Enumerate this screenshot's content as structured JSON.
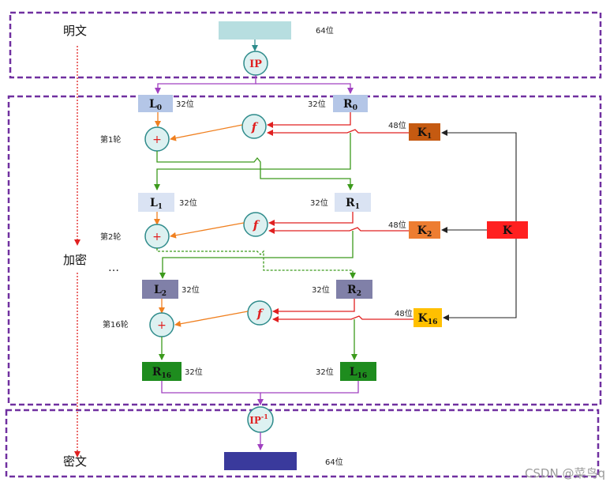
{
  "labels": {
    "plaintext": "明文",
    "encrypt": "加密",
    "ciphertext": "密文",
    "bits64_top": "64位",
    "bits64_bottom": "64位",
    "ellipsis": "…",
    "watermark": "CSDN @菜鸟q"
  },
  "ops": {
    "ip": "IP",
    "ip_inv_base": "IP",
    "ip_inv_sup": "-1",
    "f": "f",
    "xor": "+"
  },
  "rounds": [
    {
      "label": "第1轮",
      "left": {
        "base": "L",
        "sub": "0",
        "bits": "32位"
      },
      "right": {
        "base": "R",
        "sub": "0",
        "bits": "32位"
      },
      "key": {
        "base": "K",
        "sub": "1",
        "bits": "48位"
      }
    },
    {
      "label": "第2轮",
      "left": {
        "base": "L",
        "sub": "1",
        "bits": "32位"
      },
      "right": {
        "base": "R",
        "sub": "1",
        "bits": "32位"
      },
      "key": {
        "base": "K",
        "sub": "2",
        "bits": "48位"
      }
    },
    {
      "label": "第16轮",
      "left": {
        "base": "L",
        "sub": "2",
        "bits": "32位"
      },
      "right": {
        "base": "R",
        "sub": "2",
        "bits": "32位"
      },
      "key": {
        "base": "K",
        "sub": "16",
        "bits": "48位"
      }
    }
  ],
  "final": {
    "left": {
      "base": "R",
      "sub": "16",
      "bits": "32位"
    },
    "right": {
      "base": "L",
      "sub": "16",
      "bits": "32位"
    }
  },
  "master_key": "K",
  "colors": {
    "frame": "#7030A0",
    "top_block": "#B7DEE0",
    "l0": "#B4C6E7",
    "r0": "#B4C6E7",
    "l1": "#DAE3F3",
    "r1": "#DAE3F3",
    "l2": "#8080A8",
    "r2": "#8080A8",
    "final": "#1E8C1E",
    "cipher_block": "#3A3A9C",
    "k1": "#C55A11",
    "k2": "#ED7D31",
    "k16": "#FFC000",
    "k": "#FF2020",
    "circle_fill": "#DDF1F1",
    "circle_stroke": "#2E8B8B",
    "red_arrow": "#E02020",
    "orange_arrow": "#F08020",
    "green": "#3C9A1C",
    "purple": "#A040C0"
  }
}
